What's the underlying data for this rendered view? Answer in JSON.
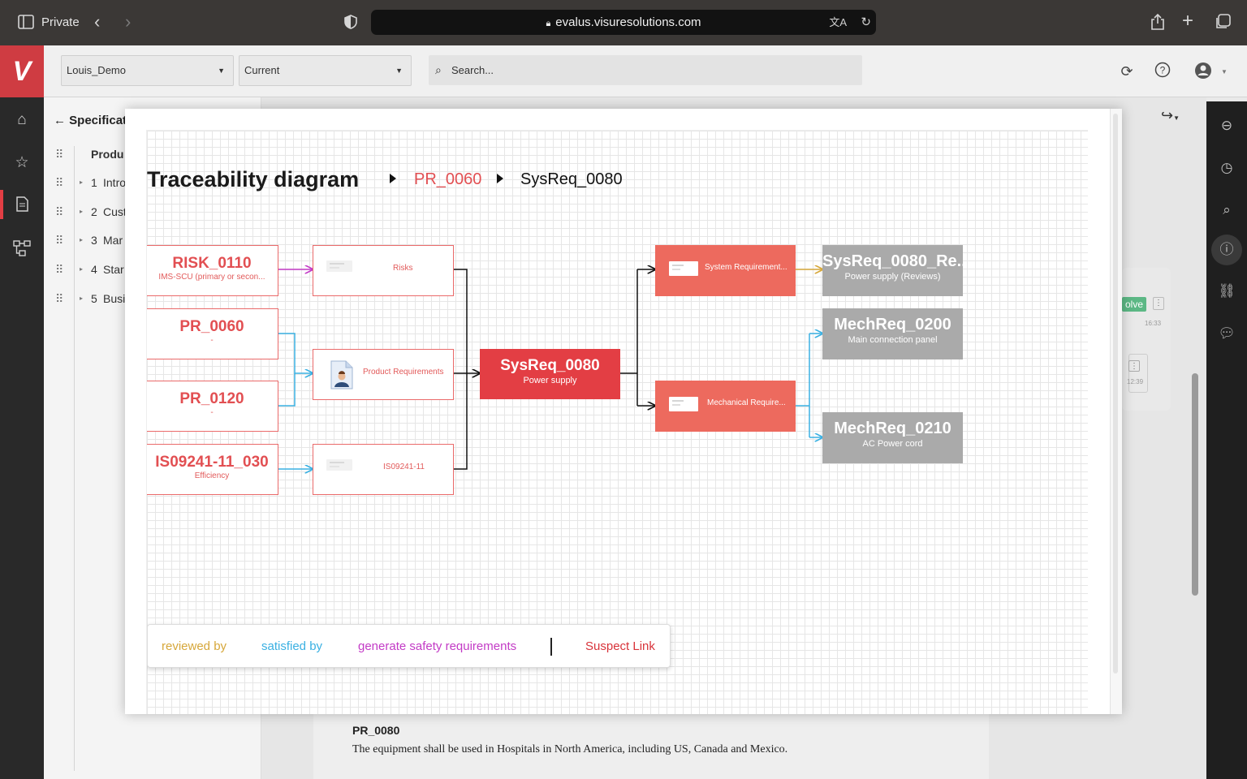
{
  "browser": {
    "private_label": "Private",
    "url": "evalus.visuresolutions.com"
  },
  "app": {
    "logo_text": "V",
    "project_select": "Louis_Demo",
    "version_select": "Current",
    "search_placeholder": "Search..."
  },
  "tree": {
    "header": "Specificat",
    "column": "Produ",
    "rows": [
      {
        "num": "1",
        "label": "Intro"
      },
      {
        "num": "2",
        "label": "Cust"
      },
      {
        "num": "3",
        "label": "Mar"
      },
      {
        "num": "4",
        "label": "Star"
      },
      {
        "num": "5",
        "label": "Busi"
      }
    ]
  },
  "background_doc": {
    "req_id": "PR_0080",
    "req_text": "The equipment shall be used in Hospitals in North America, including US, Canada and Mexico.",
    "badge": "olve",
    "time1": "16:33",
    "time2": "12:39"
  },
  "diagram": {
    "title": "Traceability diagram",
    "breadcrumb": [
      "PR_0060",
      "SysReq_0080"
    ],
    "nodes": {
      "risk": {
        "id": "RISK_0110",
        "sub": "IMS-SCU (primary or secon..."
      },
      "pr60": {
        "id": "PR_0060",
        "sub": "-"
      },
      "pr120": {
        "id": "PR_0120",
        "sub": "-"
      },
      "iso": {
        "id": "IS09241-11_030",
        "sub": "Efficiency"
      },
      "grp_risks": {
        "label": "Risks"
      },
      "grp_product": {
        "label": "Product Requirements"
      },
      "grp_iso": {
        "label": "IS09241-11"
      },
      "center": {
        "id": "SysReq_0080",
        "sub": "Power supply"
      },
      "grp_sysreq": {
        "label": "System Requirement..."
      },
      "grp_mech": {
        "label": "Mechanical Require..."
      },
      "review": {
        "id": "SysReq_0080_Re...",
        "sub": "Power supply (Reviews)"
      },
      "mech200": {
        "id": "MechReq_0200",
        "sub": "Main connection panel"
      },
      "mech210": {
        "id": "MechReq_0210",
        "sub": "AC Power cord"
      }
    },
    "legend": {
      "reviewed": "reviewed by",
      "satisfied": "satisfied by",
      "generate": "generate safety requirements",
      "suspect": "Suspect Link"
    },
    "colors": {
      "reviewed": "#d6a73a",
      "satisfied": "#3ab0e2",
      "generate": "#c33bc6",
      "suspect": "#d8333a",
      "accent": "#e33e44"
    }
  }
}
